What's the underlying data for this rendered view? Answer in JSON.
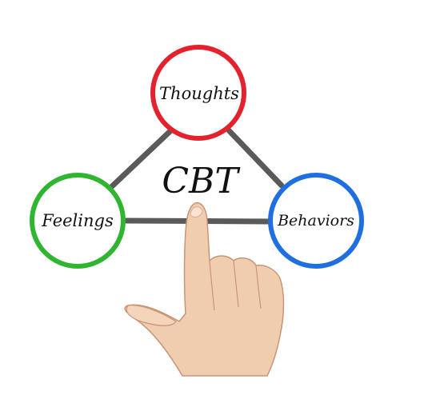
{
  "diagram": {
    "center_label": "CBT",
    "nodes": [
      {
        "id": "thoughts",
        "label": "Thoughts",
        "color": "#e3222e"
      },
      {
        "id": "feelings",
        "label": "Feelings",
        "color": "#2fb52f"
      },
      {
        "id": "behaviors",
        "label": "Behaviors",
        "color": "#1f6fe0"
      }
    ],
    "edge_color": "#5a5a5a",
    "edges": [
      [
        "thoughts",
        "feelings"
      ],
      [
        "thoughts",
        "behaviors"
      ],
      [
        "feelings",
        "behaviors"
      ]
    ]
  }
}
